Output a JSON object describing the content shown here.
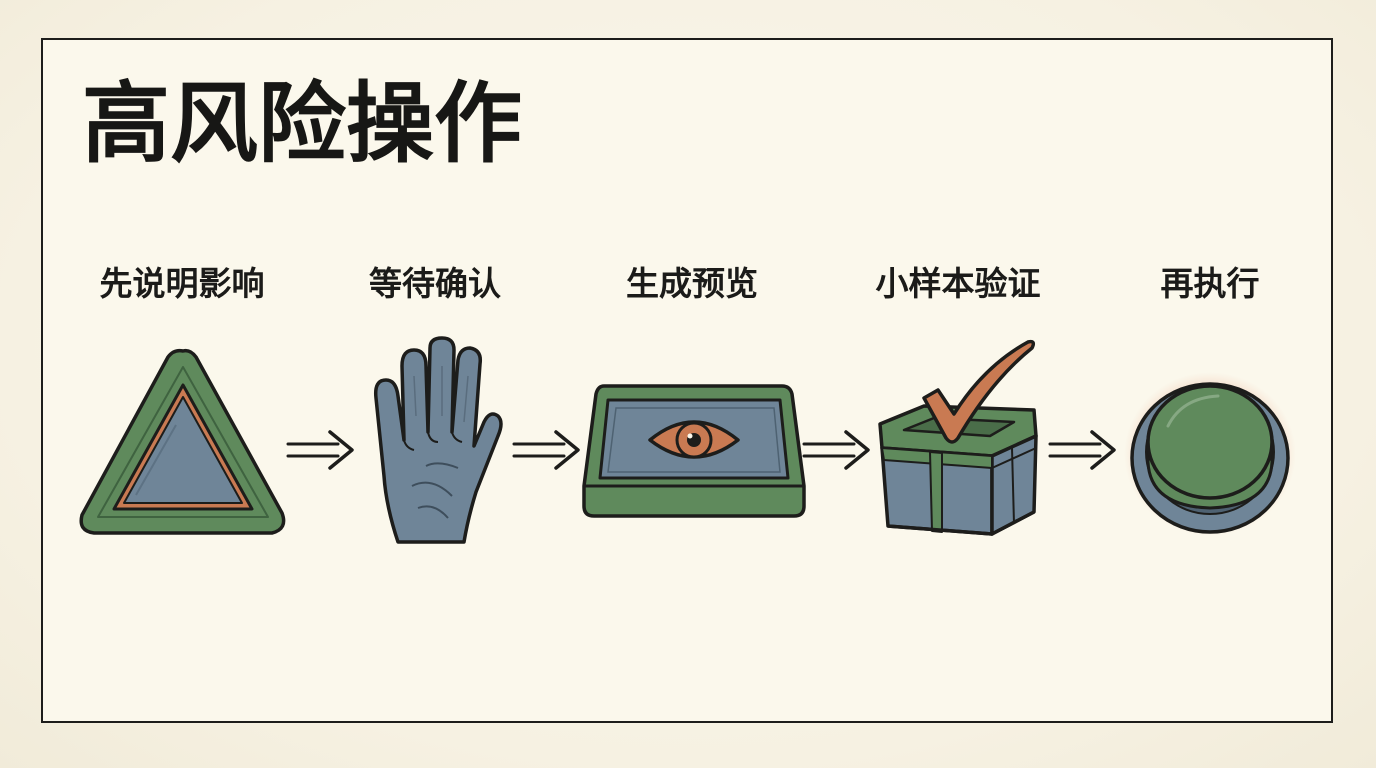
{
  "title": "高风险操作",
  "steps": [
    {
      "label": "先说明影响",
      "icon": "warning-triangle-icon"
    },
    {
      "label": "等待确认",
      "icon": "stop-hand-icon"
    },
    {
      "label": "生成预览",
      "icon": "preview-eye-tray-icon"
    },
    {
      "label": "小样本验证",
      "icon": "checked-box-icon"
    },
    {
      "label": "再执行",
      "icon": "execute-button-icon"
    }
  ],
  "colors": {
    "green": "#5f8a5c",
    "blue_gray": "#6f8598",
    "orange": "#c97a52",
    "ink": "#1d1d1b",
    "paper": "#fbf8ec"
  }
}
